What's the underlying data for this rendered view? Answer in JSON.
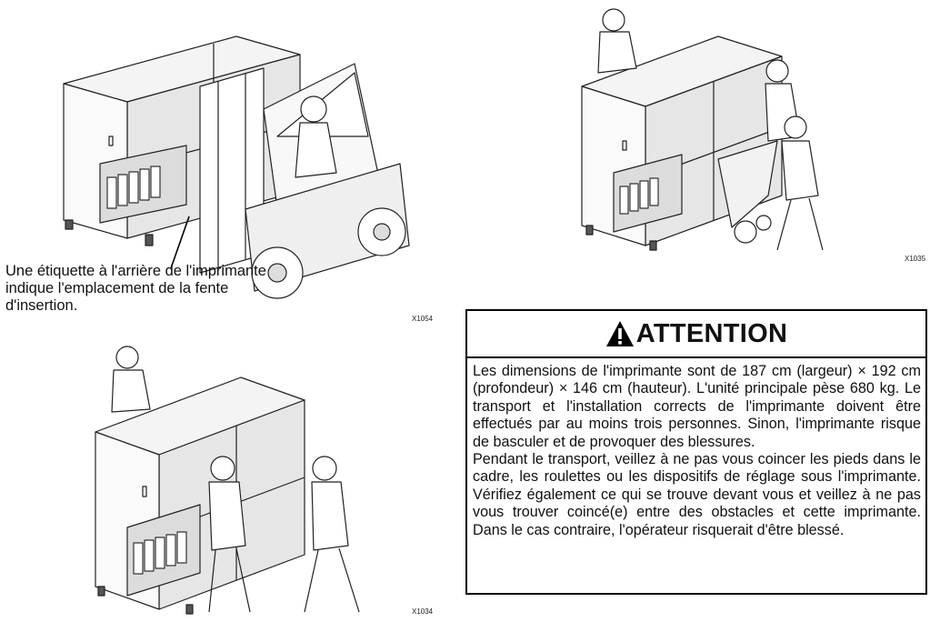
{
  "figures": [
    {
      "code": "X1054",
      "callout": "Une étiquette à l'arrière de l'imprimante indique l'emplacement de la fente d'insertion."
    },
    {
      "code": "X1035"
    },
    {
      "code": "X1034"
    }
  ],
  "caution": {
    "title": "ATTENTION",
    "icon": "warning-triangle-icon",
    "paragraph1": "Les dimensions de l'imprimante sont de 187 cm (largeur) × 192 cm (profondeur) × 146 cm (hauteur). L'unité principale pèse 680 kg. Le transport et l'installation corrects de l'imprimante doivent être effectués par au moins trois personnes. Sinon, l'imprimante risque de basculer et de provoquer des blessures.",
    "paragraph2": "Pendant le transport, veillez à ne pas vous coincer les pieds dans le cadre, les roulettes ou les dispositifs de réglage sous l'imprimante. Vérifiez également ce qui se trouve devant vous et veillez à ne pas vous trouver coincé(e) entre des obstacles et cette imprimante. Dans le cas contraire, l'opérateur risquerait d'être blessé."
  }
}
